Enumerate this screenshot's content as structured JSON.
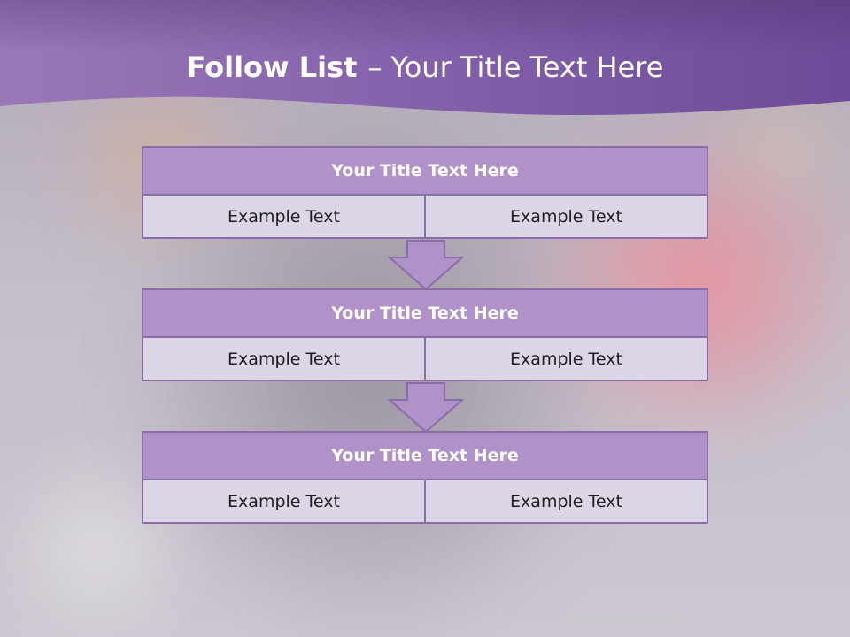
{
  "slide": {
    "title_bold": "Follow List",
    "title_separator": "–",
    "title_rest": "Your Title Text Here"
  },
  "steps": [
    {
      "title": "Your Title Text Here",
      "left": "Example Text",
      "right": "Example Text"
    },
    {
      "title": "Your Title Text Here",
      "left": "Example Text",
      "right": "Example Text"
    },
    {
      "title": "Your Title Text Here",
      "left": "Example Text",
      "right": "Example Text"
    }
  ],
  "colors": {
    "header_purple": "#7a55a0",
    "block_title_fill": "#b092c8",
    "block_cell_fill": "#ddd6e6",
    "border": "#8a6ca8",
    "arrow_fill": "#b092c8"
  }
}
